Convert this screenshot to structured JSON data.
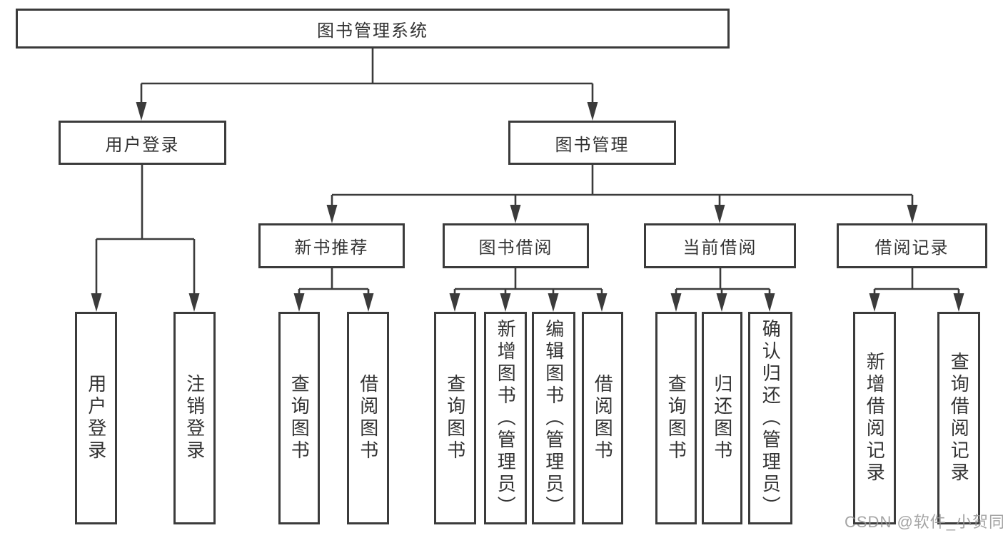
{
  "tree": {
    "label": "图书管理系统",
    "children": [
      {
        "label": "用户登录",
        "children": [
          {
            "label": "用户登录"
          },
          {
            "label": "注销登录"
          }
        ]
      },
      {
        "label": "图书管理",
        "children": [
          {
            "label": "新书推荐",
            "children": [
              {
                "label": "查询图书"
              },
              {
                "label": "借阅图书"
              }
            ]
          },
          {
            "label": "图书借阅",
            "children": [
              {
                "label": "查询图书"
              },
              {
                "label": "新增图书（管理员）"
              },
              {
                "label": "编辑图书（管理员）"
              },
              {
                "label": "借阅图书"
              }
            ]
          },
          {
            "label": "当前借阅",
            "children": [
              {
                "label": "查询图书"
              },
              {
                "label": "归还图书"
              },
              {
                "label": "确认归还（管理员）"
              }
            ]
          },
          {
            "label": "借阅记录",
            "children": [
              {
                "label": "新增借阅记录"
              },
              {
                "label": "查询借阅记录"
              }
            ]
          }
        ]
      }
    ]
  },
  "watermark": {
    "text": "CSDN @软件_小贺同学"
  },
  "colors": {
    "line": "#3b3b3b",
    "box_border": "#3b3b3b",
    "box_fill": "#ffffff",
    "text": "#333333",
    "watermark": "#949494",
    "background": "#ffffff"
  }
}
